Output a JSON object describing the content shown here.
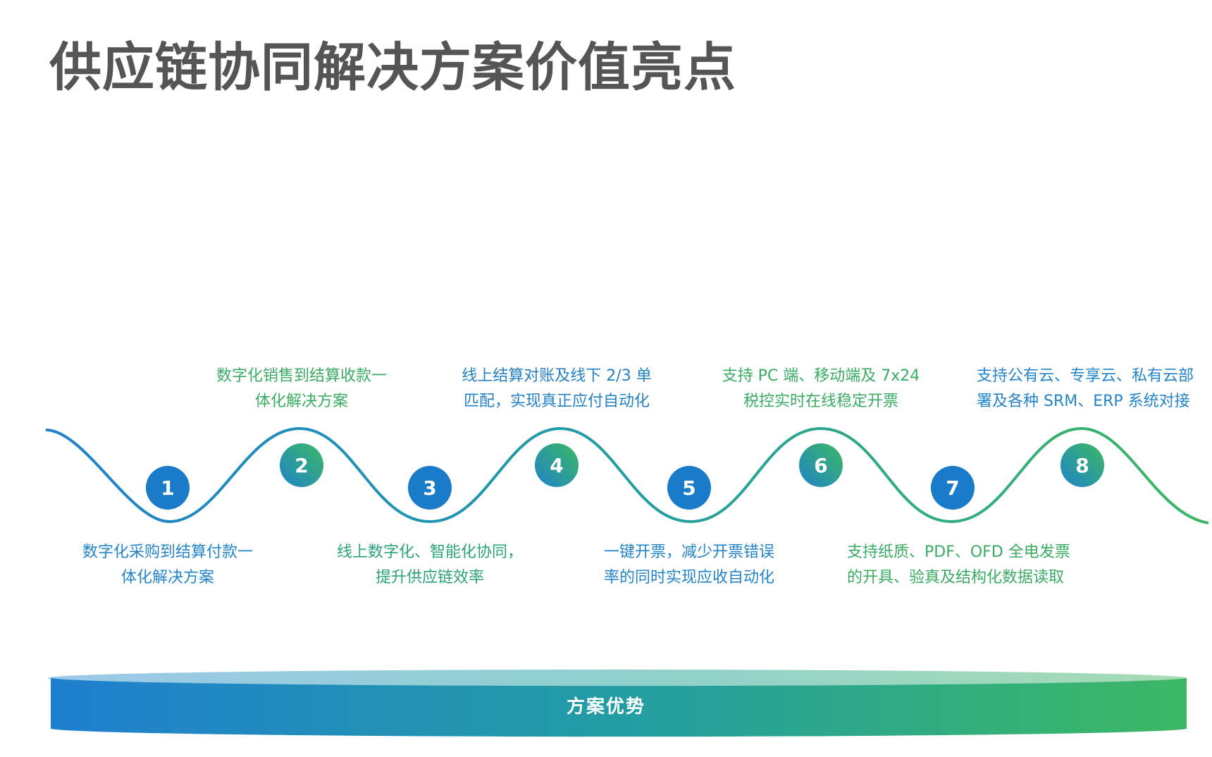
{
  "title": "供应链协同解决方案价值亮点",
  "colors": {
    "blue": "#1f7fcf",
    "teal": "#239da3",
    "green": "#3cb864",
    "title_gray": "#555555"
  },
  "points": [
    {
      "num": "1",
      "lines": [
        "数字化采购到结算付款一",
        "体化解决方案"
      ],
      "color": "#2484c9",
      "circle": "#1a7bc9"
    },
    {
      "num": "2",
      "lines": [
        "数字化销售到结算收款一",
        "体化解决方案"
      ],
      "color": "#3aab62",
      "circle": "grad"
    },
    {
      "num": "3",
      "lines": [
        "线上数字化、智能化协同，",
        "提升供应链效率"
      ],
      "color": "#2ba37a",
      "circle": "#1a7bc9"
    },
    {
      "num": "4",
      "lines": [
        "线上结算对账及线下 2/3 单",
        "匹配，实现真正应付自动化"
      ],
      "color": "#2580c4",
      "circle": "grad"
    },
    {
      "num": "5",
      "lines": [
        "一键开票，减少开票错误",
        "率的同时实现应收自动化"
      ],
      "color": "#2484c9",
      "circle": "#1a7bc9"
    },
    {
      "num": "6",
      "lines": [
        "支持 PC 端、移动端及 7x24",
        "税控实时在线稳定开票"
      ],
      "color": "#3aab62",
      "circle": "grad"
    },
    {
      "num": "7",
      "lines": [
        "支持纸质、PDF、OFD 全电发票",
        "的开具、验真及结构化数据读取"
      ],
      "color": "#3aab62",
      "circle": "#1a7bc9"
    },
    {
      "num": "8",
      "lines": [
        "支持公有云、专享云、私有云部",
        "署及各种 SRM、ERP 系统对接"
      ],
      "color": "#2484c9",
      "circle": "grad"
    }
  ],
  "footer_label": "方案优势"
}
